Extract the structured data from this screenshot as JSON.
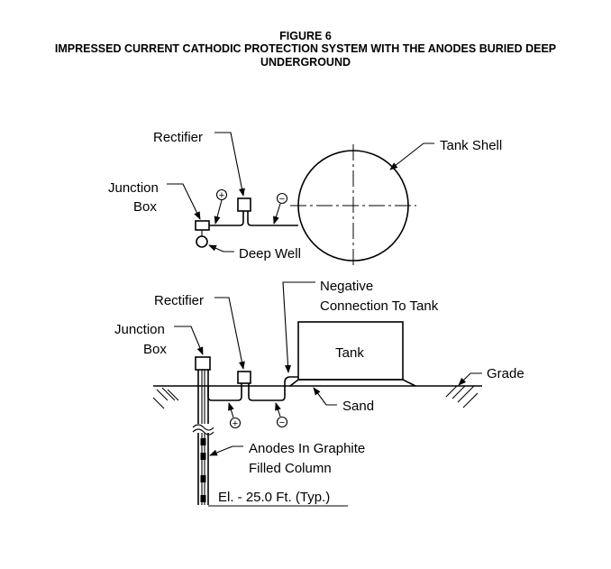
{
  "figure": {
    "number": "FIGURE 6",
    "title_line1": "IMPRESSED CURRENT CATHODIC PROTECTION SYSTEM WITH THE ANODES BURIED DEEP",
    "title_line2": "UNDERGROUND"
  },
  "plan_view": {
    "rectifier": "Rectifier",
    "junction_line1": "Junction",
    "junction_line2": "Box",
    "tank_shell": "Tank Shell",
    "deep_well": "Deep Well",
    "plus": "+",
    "minus": "−"
  },
  "section_view": {
    "rectifier": "Rectifier",
    "junction_line1": "Junction",
    "junction_line2": "Box",
    "negative_line1": "Negative",
    "negative_line2": "Connection To  Tank",
    "tank": "Tank",
    "grade": "Grade",
    "sand": "Sand",
    "anodes_line1": "Anodes In Graphite",
    "anodes_line2": "Filled Column",
    "elevation": "El. - 25.0 Ft.  (Typ.)",
    "plus": "+",
    "minus": "−"
  }
}
